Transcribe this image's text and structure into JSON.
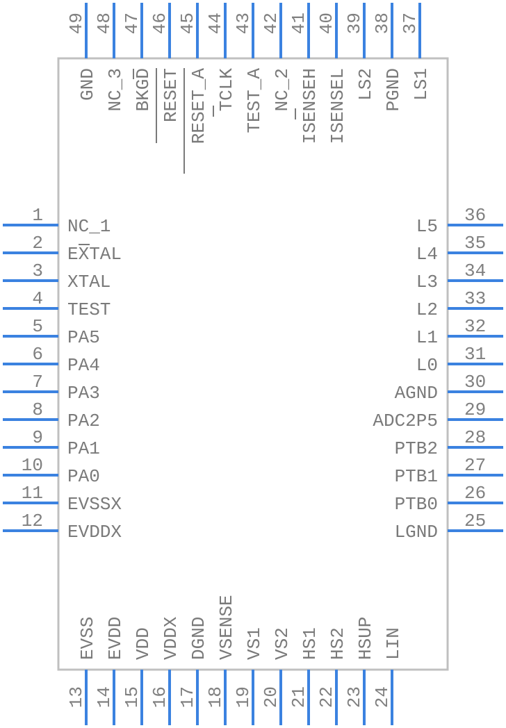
{
  "component": {
    "left_pins": [
      {
        "num": "1",
        "name": "NC_1"
      },
      {
        "num": "2",
        "name": "EXTAL"
      },
      {
        "num": "3",
        "name": "XTAL"
      },
      {
        "num": "4",
        "name": "TEST"
      },
      {
        "num": "5",
        "name": "PA5"
      },
      {
        "num": "6",
        "name": "PA4"
      },
      {
        "num": "7",
        "name": "PA3"
      },
      {
        "num": "8",
        "name": "PA2"
      },
      {
        "num": "9",
        "name": "PA1"
      },
      {
        "num": "10",
        "name": "PA0"
      },
      {
        "num": "11",
        "name": "EVSSX"
      },
      {
        "num": "12",
        "name": "EVDDX"
      }
    ],
    "right_pins": [
      {
        "num": "36",
        "name": "L5"
      },
      {
        "num": "35",
        "name": "L4"
      },
      {
        "num": "34",
        "name": "L3"
      },
      {
        "num": "33",
        "name": "L2"
      },
      {
        "num": "32",
        "name": "L1"
      },
      {
        "num": "31",
        "name": "L0"
      },
      {
        "num": "30",
        "name": "AGND"
      },
      {
        "num": "29",
        "name": "ADC2P5"
      },
      {
        "num": "28",
        "name": "PTB2"
      },
      {
        "num": "27",
        "name": "PTB1"
      },
      {
        "num": "26",
        "name": "PTB0"
      },
      {
        "num": "25",
        "name": "LGND"
      }
    ],
    "bottom_pins": [
      {
        "num": "13",
        "name": "EVSS"
      },
      {
        "num": "14",
        "name": "EVDD"
      },
      {
        "num": "15",
        "name": "VDD"
      },
      {
        "num": "16",
        "name": "VDDX"
      },
      {
        "num": "17",
        "name": "DGND"
      },
      {
        "num": "18",
        "name": "VSENSE"
      },
      {
        "num": "19",
        "name": "VS1"
      },
      {
        "num": "20",
        "name": "VS2"
      },
      {
        "num": "21",
        "name": "HS1"
      },
      {
        "num": "22",
        "name": "HS2"
      },
      {
        "num": "23",
        "name": "HSUP"
      },
      {
        "num": "24",
        "name": "LIN"
      }
    ],
    "top_pins": [
      {
        "num": "49",
        "name": "GND"
      },
      {
        "num": "48",
        "name": "NC_3"
      },
      {
        "num": "47",
        "name": "BKGD"
      },
      {
        "num": "46",
        "name": "RESET"
      },
      {
        "num": "45",
        "name": "RESET_A"
      },
      {
        "num": "44",
        "name": "TCLK"
      },
      {
        "num": "43",
        "name": "TEST_A"
      },
      {
        "num": "42",
        "name": "NC_2"
      },
      {
        "num": "41",
        "name": "ISENSEH"
      },
      {
        "num": "40",
        "name": "ISENSEL"
      },
      {
        "num": "39",
        "name": "LS2"
      },
      {
        "num": "38",
        "name": "PGND"
      },
      {
        "num": "37",
        "name": "LS1"
      }
    ]
  }
}
